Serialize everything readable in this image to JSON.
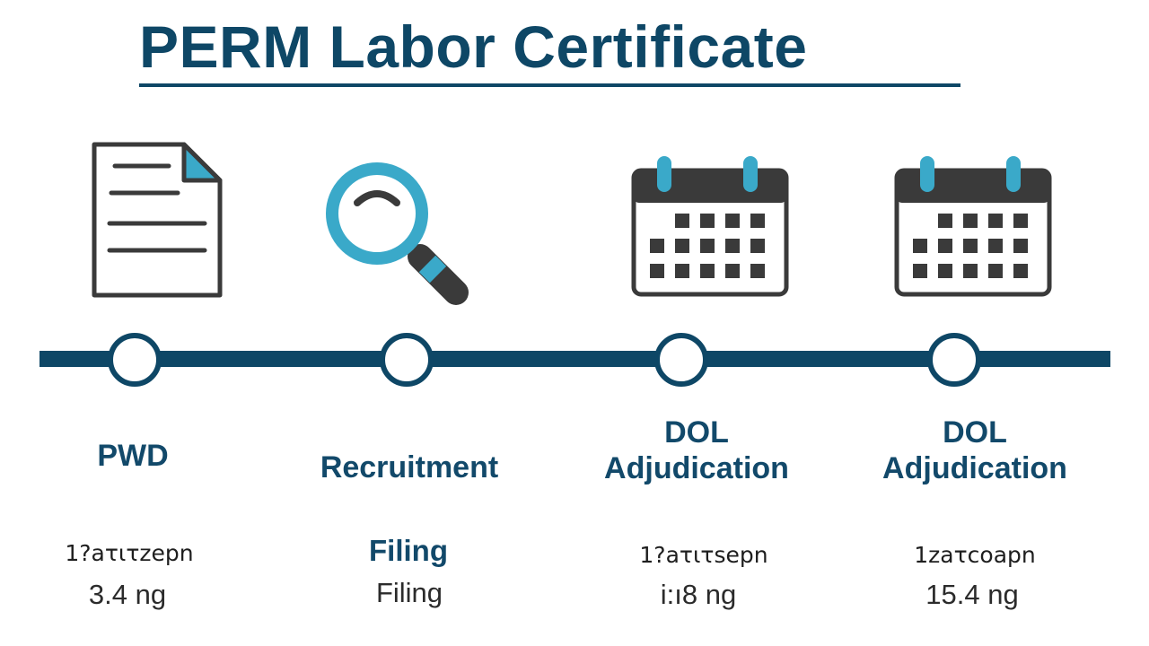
{
  "title": "PERM Labor Certificate",
  "colors": {
    "primary": "#0e4766",
    "accent": "#3aa9c9",
    "icon_dark": "#3a3a3a"
  },
  "stages": [
    {
      "icon": "document-icon",
      "label_lines": [
        "PWD"
      ],
      "detail_top": "1?aτιτzepn",
      "detail_bottom": "3.4 ng"
    },
    {
      "icon": "magnifier-icon",
      "label_lines": [
        "Recruitment"
      ],
      "detail_top": "Filing",
      "detail_bottom": "Filing"
    },
    {
      "icon": "calendar-icon",
      "label_lines": [
        "DOL",
        "Adjudication"
      ],
      "detail_top": "1?aτιτsepn",
      "detail_bottom": "i:ı8 ng"
    },
    {
      "icon": "calendar-icon",
      "label_lines": [
        "DOL",
        "Adjudication"
      ],
      "detail_top": "1zaτcoapn",
      "detail_bottom": "15.4 ng"
    }
  ]
}
